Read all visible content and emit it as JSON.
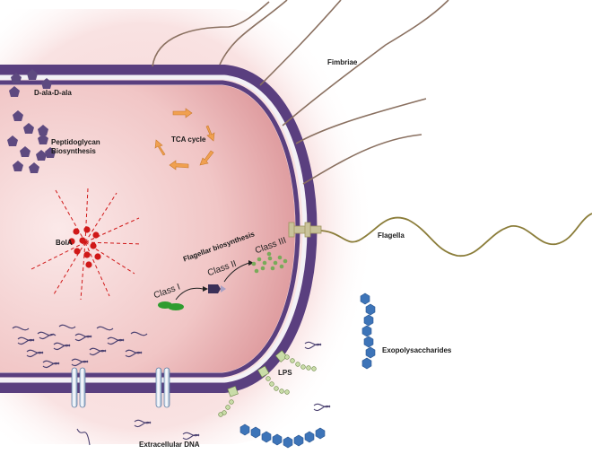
{
  "labels": {
    "d_ala": "D-ala-D-ala",
    "peptidoglycan": "Peptidoglycan",
    "biosynthesis": "Biosynthesis",
    "tca": "TCA cycle",
    "bola": "BolA",
    "fimbriae": "Fimbriae",
    "flagella": "Flagella",
    "flagellar_biosynthesis": "Flagellar biosynthesis",
    "class_1": "Class I",
    "class_2": "Class II",
    "class_3": "Class III",
    "exopolysaccharides": "Exopolysaccharides",
    "lps": "LPS",
    "extracellular_dna": "Extracellular DNA"
  },
  "colors": {
    "membrane": "#5a3f7f",
    "cytoplasm": "#f2c9c9",
    "halo": "#f7dcdc",
    "pentagon": "#5e4a80",
    "bola_dot": "#d01818",
    "tca_arrow": "#f0a050",
    "flagellum": "#8b7d3a",
    "fimbria": "#8a7060",
    "eps_hex": "#3d74b8",
    "class_cluster": "#6a9a4a"
  }
}
